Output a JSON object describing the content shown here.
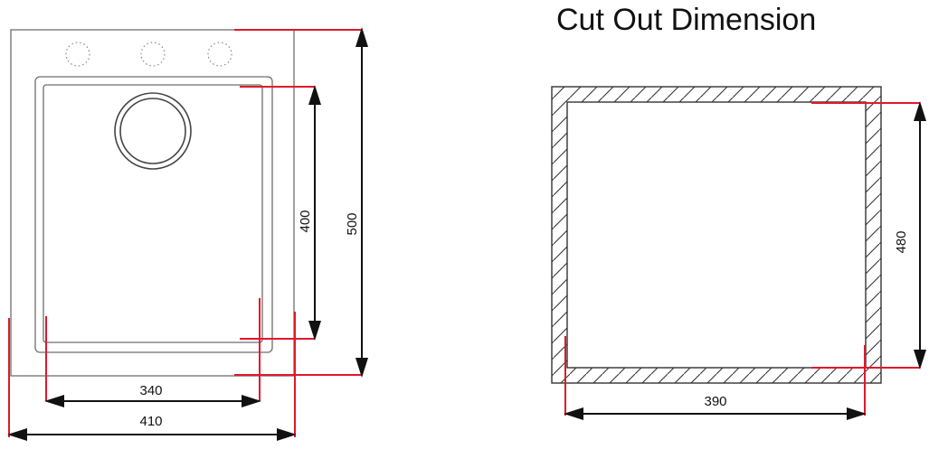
{
  "title": "Cut Out Dimension",
  "sink": {
    "dimensions": {
      "bowl_width": "340",
      "overall_width": "410",
      "bowl_length": "400",
      "overall_length": "500"
    }
  },
  "cutout": {
    "dimensions": {
      "width": "390",
      "length": "480"
    }
  },
  "colors": {
    "dimension_line": "#e0182b",
    "arrow": "#111111",
    "outline": "#6e6e6e"
  }
}
